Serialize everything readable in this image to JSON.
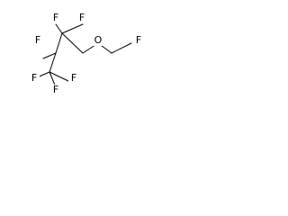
{
  "structure": {
    "atoms": [
      {
        "id": "f_c2_upper_left",
        "label": "F"
      },
      {
        "id": "f_c2_upper_right",
        "label": "F"
      },
      {
        "id": "f_c3",
        "label": "F"
      },
      {
        "id": "o_ether",
        "label": "O"
      },
      {
        "id": "f_fluoromethyl",
        "label": "F"
      },
      {
        "id": "f_cf3_left",
        "label": "F"
      },
      {
        "id": "f_cf3_right",
        "label": "F"
      },
      {
        "id": "f_cf3_bottom",
        "label": "F"
      }
    ],
    "colors": {
      "bond": "#000000",
      "text": "#000000",
      "background": "#ffffff"
    }
  }
}
